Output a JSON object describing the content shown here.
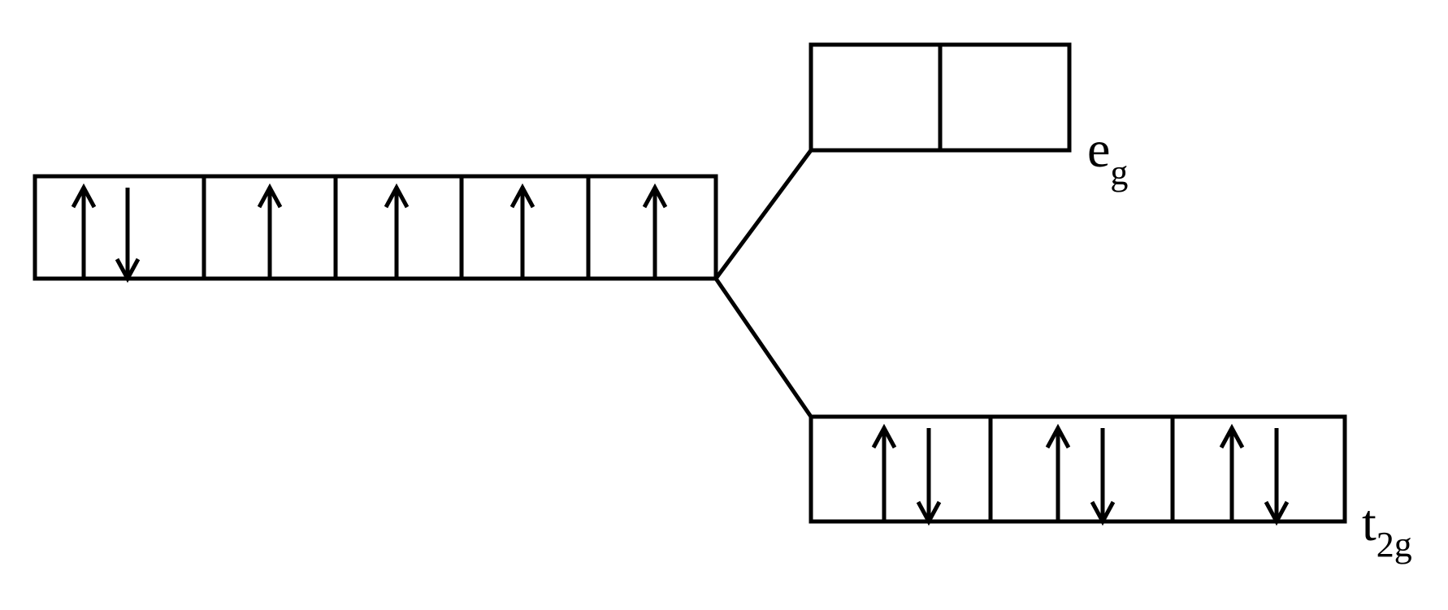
{
  "levels": {
    "free_ion": {
      "orbitals": [
        {
          "electrons": "up-down"
        },
        {
          "electrons": "up"
        },
        {
          "electrons": "up"
        },
        {
          "electrons": "up"
        },
        {
          "electrons": "up"
        }
      ]
    },
    "eg": {
      "label_main": "e",
      "label_sub": "g",
      "orbitals": [
        {
          "electrons": "empty"
        },
        {
          "electrons": "empty"
        }
      ]
    },
    "t2g": {
      "label_main": "t",
      "label_sub": "2g",
      "orbitals": [
        {
          "electrons": "up-down"
        },
        {
          "electrons": "up-down"
        },
        {
          "electrons": "up-down"
        }
      ]
    }
  }
}
